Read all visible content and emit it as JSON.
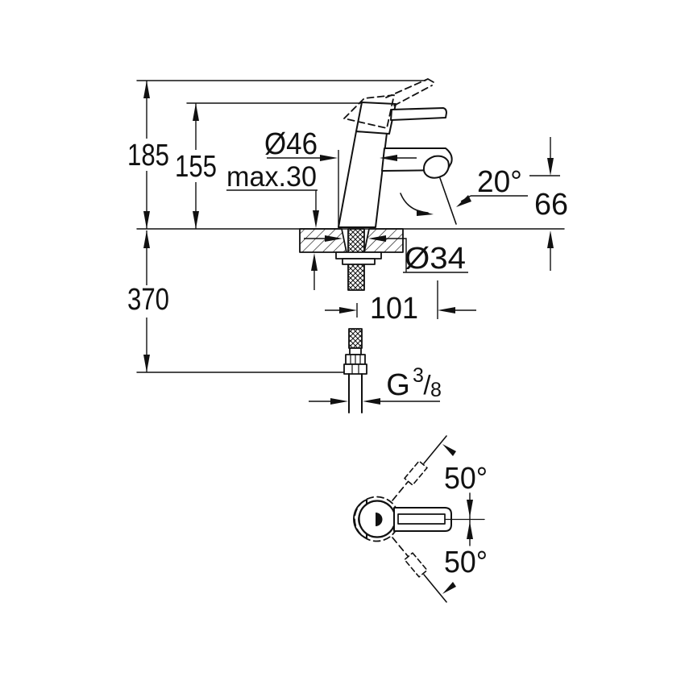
{
  "drawing": {
    "background": "#ffffff",
    "ink": "#111111",
    "side_view": {
      "dim_total_height": "185",
      "dim_upper_height": "155",
      "dim_body_diameter": "Ø46",
      "dim_max_counter_thickness": "max.30",
      "dim_spout_angle": "20°",
      "dim_spout_height": "66",
      "dim_hole_diameter": "Ø34",
      "dim_below_counter_length": "370",
      "dim_spout_projection": "101",
      "thread_size": {
        "letter": "G",
        "numerator": "3",
        "divider": "/",
        "denominator": "8"
      }
    },
    "top_view": {
      "dim_swing_upper": "50°",
      "dim_swing_lower": "50°"
    }
  }
}
